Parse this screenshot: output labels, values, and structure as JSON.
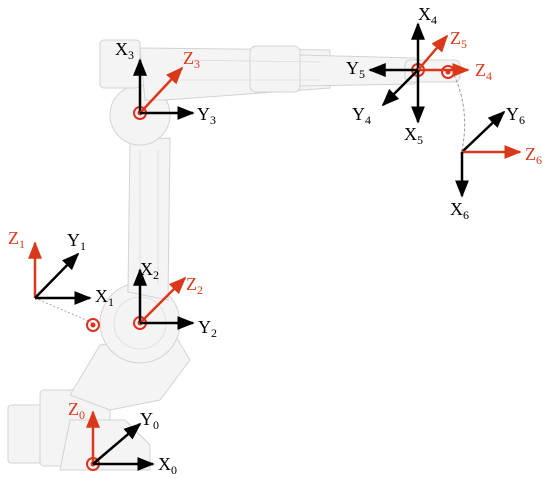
{
  "colors": {
    "axis_black": "#000000",
    "axis_red": "#d9391a",
    "joint_red": "#e0301c",
    "robot_outline": "#cfcfcf"
  },
  "frames": [
    {
      "id": "0",
      "axes": {
        "z": {
          "letter": "Z",
          "sub": "0"
        },
        "y": {
          "letter": "Y",
          "sub": "0"
        },
        "x": {
          "letter": "X",
          "sub": "0"
        }
      }
    },
    {
      "id": "1",
      "axes": {
        "z": {
          "letter": "Z",
          "sub": "1"
        },
        "y": {
          "letter": "Y",
          "sub": "1"
        },
        "x": {
          "letter": "X",
          "sub": "1"
        }
      }
    },
    {
      "id": "2",
      "axes": {
        "x": {
          "letter": "X",
          "sub": "2"
        },
        "z": {
          "letter": "Z",
          "sub": "2"
        },
        "y": {
          "letter": "Y",
          "sub": "2"
        }
      }
    },
    {
      "id": "3",
      "axes": {
        "x": {
          "letter": "X",
          "sub": "3"
        },
        "z": {
          "letter": "Z",
          "sub": "3"
        },
        "y": {
          "letter": "Y",
          "sub": "3"
        }
      }
    },
    {
      "id": "4",
      "axes": {
        "x": {
          "letter": "X",
          "sub": "4"
        },
        "z": {
          "letter": "Z",
          "sub": "4"
        },
        "y": {
          "letter": "Y",
          "sub": "4"
        }
      }
    },
    {
      "id": "5",
      "axes": {
        "z": {
          "letter": "Z",
          "sub": "5"
        },
        "y": {
          "letter": "Y",
          "sub": "5"
        },
        "x": {
          "letter": "X",
          "sub": "5"
        }
      }
    },
    {
      "id": "6",
      "axes": {
        "y": {
          "letter": "Y",
          "sub": "6"
        },
        "z": {
          "letter": "Z",
          "sub": "6"
        },
        "x": {
          "letter": "X",
          "sub": "6"
        }
      }
    }
  ]
}
